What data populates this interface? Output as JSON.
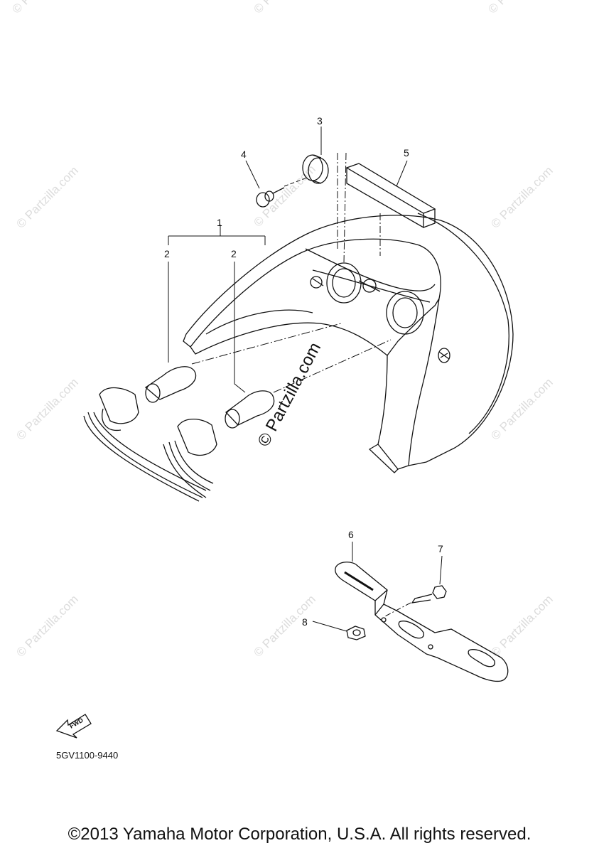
{
  "callouts": [
    "1",
    "2",
    "2",
    "3",
    "4",
    "5",
    "6",
    "7",
    "8"
  ],
  "watermark": {
    "text": "© Partzilla.com",
    "center_text": "© Partzilla.com"
  },
  "fwd_label": "FWD",
  "diagram_code": "5GV1100-9440",
  "copyright": "©2013 Yamaha Motor Corporation, U.S.A. All rights reserved."
}
